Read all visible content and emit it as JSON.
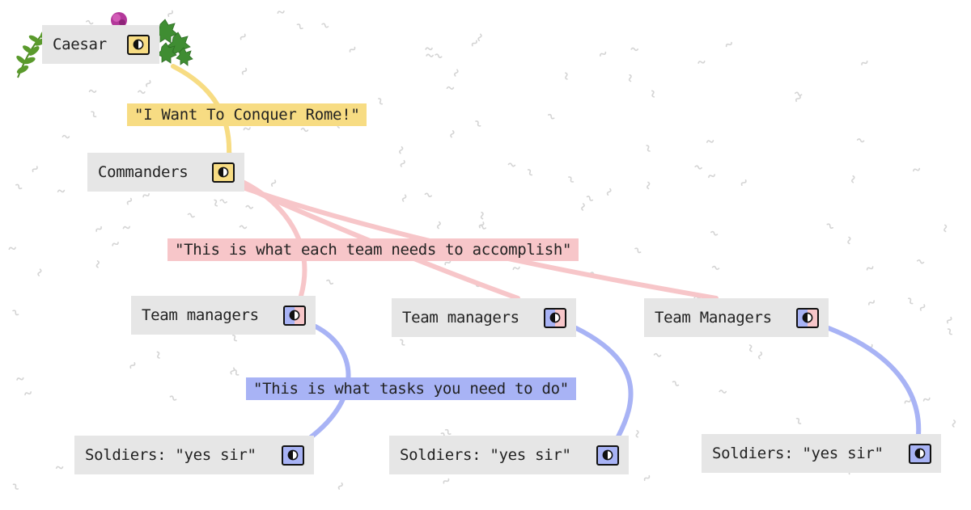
{
  "colors": {
    "yellow": "#f7dc83",
    "pink": "#f7c6c9",
    "blue": "#a8b3f5",
    "node_bg": "#e6e6e6",
    "pattern": "#d4d4d4"
  },
  "nodes": {
    "caesar": {
      "label": "Caesar",
      "accent": "#f7dc83",
      "icon": "half-circle-toggle-icon"
    },
    "commanders": {
      "label": "Commanders",
      "accent": "#f7dc83",
      "icon": "half-circle-toggle-icon"
    },
    "manager1": {
      "label": "Team managers",
      "accent": "#a8b3f5",
      "accent2": "#f7c6c9",
      "icon": "half-circle-toggle-icon"
    },
    "manager2": {
      "label": "Team managers",
      "accent": "#a8b3f5",
      "accent2": "#f7c6c9",
      "icon": "half-circle-toggle-icon"
    },
    "manager3": {
      "label": "Team Managers",
      "accent": "#a8b3f5",
      "accent2": "#f7c6c9",
      "icon": "half-circle-toggle-icon"
    },
    "soldiers1": {
      "label": "Soldiers: \"yes sir\"",
      "accent": "#a8b3f5",
      "icon": "half-circle-toggle-icon"
    },
    "soldiers2": {
      "label": "Soldiers: \"yes sir\"",
      "accent": "#a8b3f5",
      "icon": "half-circle-toggle-icon"
    },
    "soldiers3": {
      "label": "Soldiers: \"yes sir\"",
      "accent": "#a8b3f5",
      "icon": "half-circle-toggle-icon"
    }
  },
  "edge_labels": {
    "caesar_to_commanders": "\"I Want To Conquer Rome!\"",
    "commanders_to_managers": "\"This is what each team needs to accomplish\"",
    "managers_to_soldiers": "\"This is what tasks you need to do\""
  },
  "decorations": [
    "laurel-branch-icon",
    "rose-flower-icon",
    "ivy-leaves-icon"
  ]
}
